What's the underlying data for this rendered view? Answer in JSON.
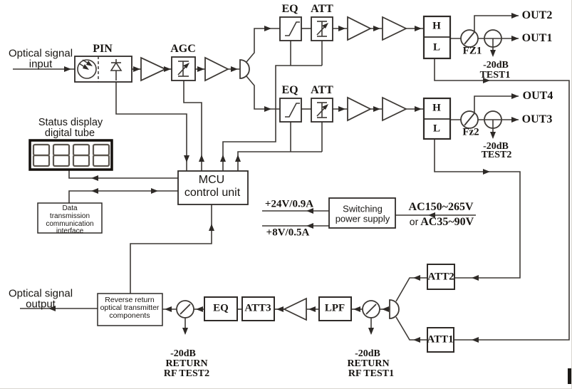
{
  "diagram": {
    "input": {
      "l1": "Optical signal",
      "l2": "input"
    },
    "pin": "PIN",
    "agc": "AGC",
    "branch1": {
      "eq": "EQ",
      "att": "ATT",
      "h": "H",
      "l": "L",
      "fz": "FZ1",
      "out_top": "OUT2",
      "out_mid": "OUT1",
      "tap_db": "-20dB",
      "tap_test": "TEST1"
    },
    "branch2": {
      "eq": "EQ",
      "att": "ATT",
      "h": "H",
      "l": "L",
      "fz": "Fz2",
      "out_top": "OUT4",
      "out_mid": "OUT3",
      "tap_db": "-20dB",
      "tap_test": "TEST2"
    },
    "display": {
      "t1": "Status display",
      "t2": "digital tube"
    },
    "mcu": {
      "l1": "MCU",
      "l2": "control unit"
    },
    "data_if": {
      "l1": "Data",
      "l2": "transmission",
      "l3": "communication",
      "l4": "interface"
    },
    "psu": {
      "l1": "Switching",
      "l2": "power supply",
      "v24": "+24V/0.9A",
      "v8": "+8V/0.5A",
      "ac1": "AC150~265V",
      "ac2_prefix": "or",
      "ac2": "AC35~90V"
    },
    "ret": {
      "att2": "ATT2",
      "att1": "ATT1",
      "lpf": "LPF",
      "att3": "ATT3",
      "eq": "EQ",
      "test1": {
        "db": "-20dB",
        "l1": "RETURN",
        "l2": "RF TEST1"
      },
      "test2": {
        "db": "-20dB",
        "l1": "RETURN",
        "l2": "RF TEST2"
      },
      "tx": {
        "l1": "Reverse return",
        "l2": "optical transmitter",
        "l3": "components"
      },
      "output": {
        "l1": "Optical signal",
        "l2": "output"
      }
    }
  },
  "colors": {
    "wire": "#3d3935",
    "box": "#2f2b28",
    "text": "#181512",
    "digit": "#5c564f",
    "display_frame": "#14100d",
    "background": "#ffffff"
  }
}
